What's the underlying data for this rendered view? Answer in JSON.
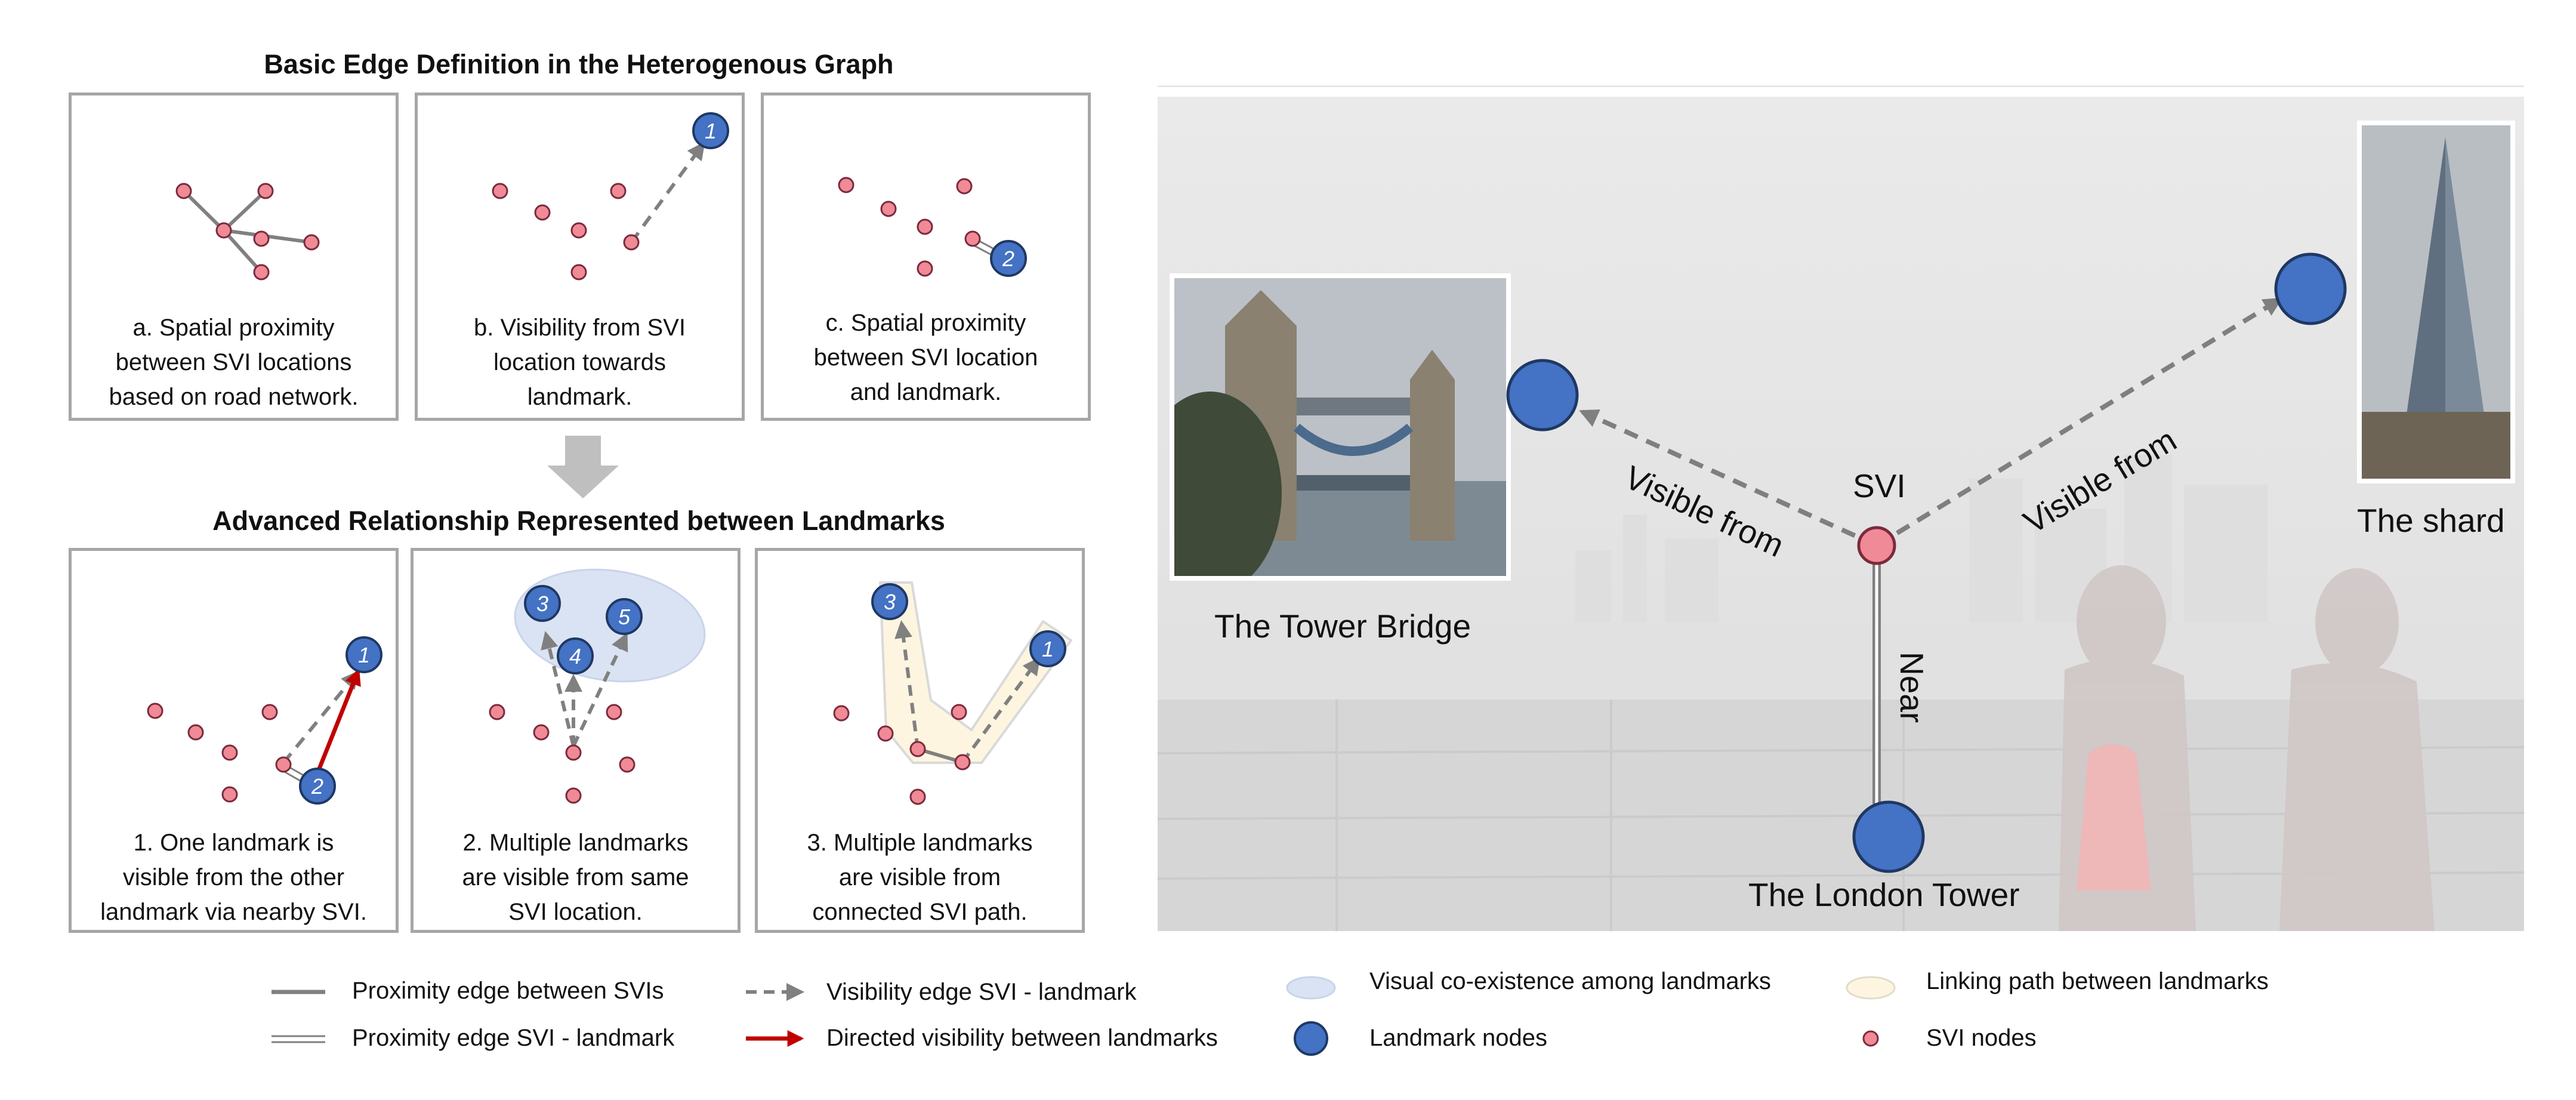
{
  "colors": {
    "svi_node": "#f08a96",
    "landmark_node": "#4472c4",
    "panel_border": "#a6a6a6",
    "edge_gray": "#808080",
    "directed_red": "#c00000",
    "coexistence_fill": "#dae3f3",
    "linking_fill": "#fdf5e0"
  },
  "basic_section": {
    "title": "Basic Edge Definition in the Heterogenous Graph",
    "panels": [
      {
        "caption": [
          "a. Spatial proximity",
          "between SVI locations",
          "based on road network."
        ]
      },
      {
        "caption": [
          "b. Visibility from SVI",
          "location towards",
          "landmark."
        ],
        "landmark_labels": [
          "1"
        ]
      },
      {
        "caption": [
          "c. Spatial proximity",
          "between SVI location",
          "and landmark."
        ],
        "landmark_labels": [
          "2"
        ]
      }
    ]
  },
  "advanced_section": {
    "title": "Advanced Relationship Represented between Landmarks",
    "panels": [
      {
        "caption": [
          "1. One landmark is",
          "visible from the other",
          "landmark via nearby SVI."
        ],
        "landmark_labels": [
          "1",
          "2"
        ]
      },
      {
        "caption": [
          "2. Multiple landmarks",
          "are visible from same",
          "SVI location."
        ],
        "landmark_labels": [
          "3",
          "4",
          "5"
        ]
      },
      {
        "caption": [
          "3. Multiple landmarks",
          "are visible from",
          "connected SVI path."
        ],
        "landmark_labels": [
          "3",
          "1"
        ]
      }
    ]
  },
  "legend": {
    "proximity_svis": "Proximity edge between SVIs",
    "proximity_svi_landmark": "Proximity edge SVI - landmark",
    "visibility_svi_landmark": "Visibility edge SVI - landmark",
    "directed_visibility": "Directed visibility between landmarks",
    "visual_coexistence": "Visual co-existence among landmarks",
    "landmark_nodes": "Landmark nodes",
    "linking_path": "Linking path between landmarks",
    "svi_nodes": "SVI nodes"
  },
  "photo_scene": {
    "svi_label": "SVI",
    "tower_bridge_label": "The Tower Bridge",
    "shard_label": "The shard",
    "london_tower_label": "The London Tower",
    "visible_from_left": "Visible from",
    "visible_from_right": "Visible from",
    "near_label": "Near"
  }
}
